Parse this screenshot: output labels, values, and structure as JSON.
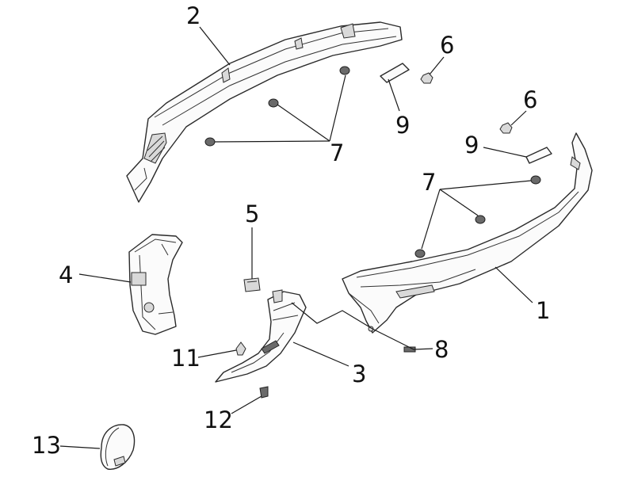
{
  "callouts": [
    {
      "id": "c1",
      "label": "1"
    },
    {
      "id": "c2",
      "label": "2"
    },
    {
      "id": "c3",
      "label": "3"
    },
    {
      "id": "c4",
      "label": "4"
    },
    {
      "id": "c5",
      "label": "5"
    },
    {
      "id": "c6a",
      "label": "6"
    },
    {
      "id": "c6b",
      "label": "6"
    },
    {
      "id": "c7a",
      "label": "7"
    },
    {
      "id": "c7b",
      "label": "7"
    },
    {
      "id": "c8",
      "label": "8"
    },
    {
      "id": "c9a",
      "label": "9"
    },
    {
      "id": "c9b",
      "label": "9"
    },
    {
      "id": "c11",
      "label": "11"
    },
    {
      "id": "c12",
      "label": "12"
    },
    {
      "id": "c13",
      "label": "13"
    }
  ]
}
